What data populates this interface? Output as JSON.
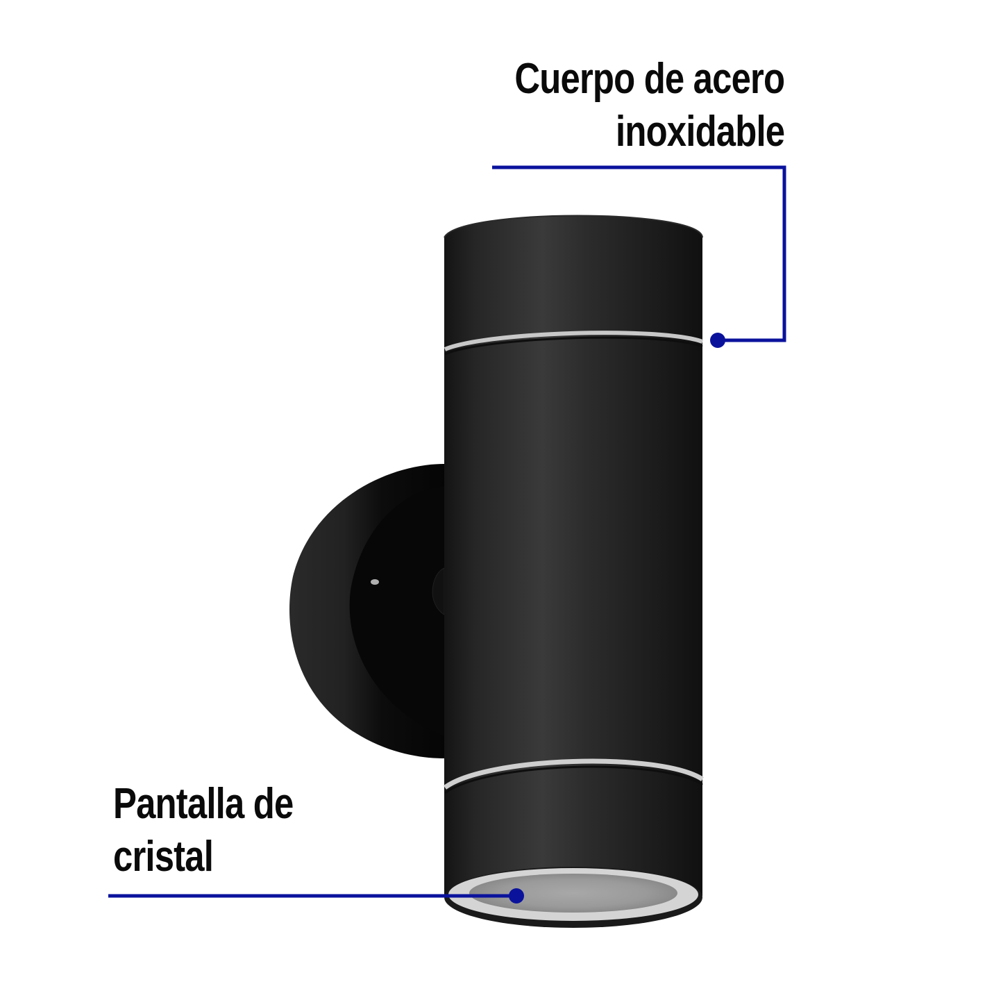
{
  "image": {
    "subject": "black cylindrical wall lamp",
    "background_color": "#ffffff"
  },
  "callouts": [
    {
      "id": "body",
      "lines": [
        "Cuerpo de acero",
        "inoxidable"
      ],
      "line_color": "#0a129c",
      "align": "right"
    },
    {
      "id": "glass",
      "lines": [
        "Pantalla de",
        "cristal"
      ],
      "line_color": "#0a129c",
      "align": "left"
    }
  ],
  "colors": {
    "callout_blue": "#0a129c",
    "lamp_body": "#1e1e1e",
    "lamp_highlight": "#3a3a3a",
    "ring": "#c8c8c8",
    "glass": "#9a9a9a",
    "text": "#0a0a0a"
  }
}
